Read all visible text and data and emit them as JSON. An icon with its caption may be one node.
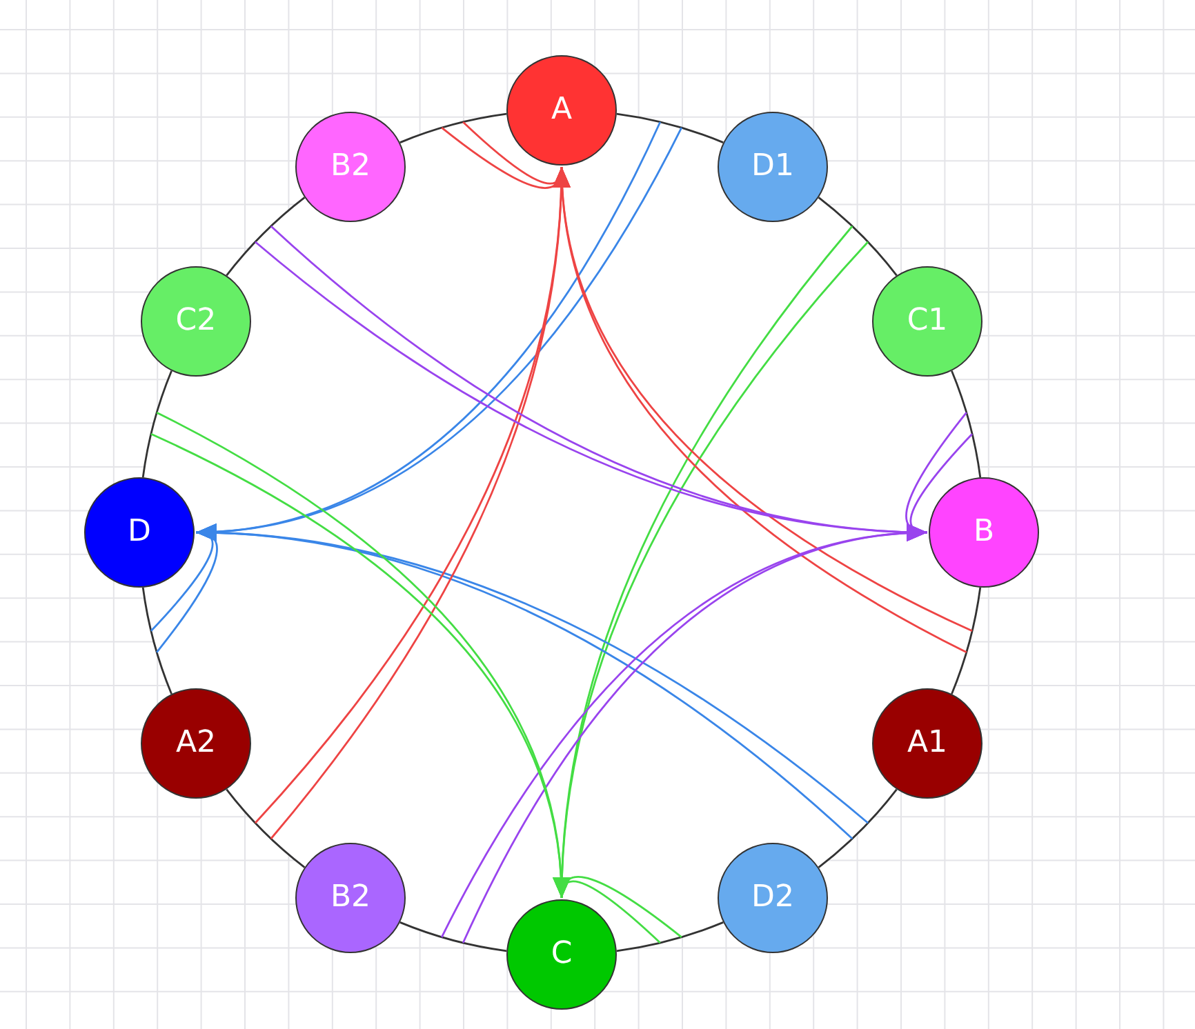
{
  "diagram": {
    "nodes": [
      {
        "text": [
          "A"
        ]
      },
      {
        "text": [
          "D1"
        ]
      },
      {
        "text": [
          "C1"
        ]
      },
      {
        "text": [
          "B"
        ]
      },
      {
        "text": [
          "A1"
        ]
      },
      {
        "text": [
          "D2"
        ]
      },
      {
        "text": [
          "C"
        ]
      },
      {
        "text": [
          "B2"
        ]
      },
      {
        "text": [
          "A2"
        ]
      },
      {
        "text": [
          "D"
        ]
      },
      {
        "text": [
          "C2"
        ]
      },
      {
        "text": [
          "B2"
        ]
      }
    ],
    "edges": [
      {
        "from": 0,
        "to": 1,
        "arrow": "none"
      },
      {
        "from": 1,
        "to": 2,
        "arrow": "none"
      },
      {
        "from": 2,
        "to": 3,
        "arrow": "none"
      },
      {
        "from": 3,
        "to": 4,
        "arrow": "none"
      },
      {
        "from": 4,
        "to": 5,
        "arrow": "none"
      },
      {
        "from": 5,
        "to": 6,
        "arrow": "none"
      },
      {
        "from": 6,
        "to": 7,
        "arrow": "none"
      },
      {
        "from": 7,
        "to": 8,
        "arrow": "none"
      },
      {
        "from": 8,
        "to": 9,
        "arrow": "none"
      },
      {
        "from": 9,
        "to": 10,
        "arrow": "none"
      },
      {
        "from": 10,
        "to": 11,
        "arrow": "none"
      },
      {
        "from": 11,
        "to": 0,
        "arrow": "none"
      },
      {
        "from": null,
        "to": 0,
        "arrow": "to",
        "color": "#ee4444"
      },
      {
        "from": null,
        "to": 0,
        "arrow": "to",
        "color": "#ee4444"
      },
      {
        "from": null,
        "to": 9,
        "arrow": "to",
        "color": "#3a86e8"
      },
      {
        "from": null,
        "to": 9,
        "arrow": "to",
        "color": "#3a86e8"
      },
      {
        "from": null,
        "to": 6,
        "arrow": "to",
        "color": "#44dd44"
      },
      {
        "from": null,
        "to": 6,
        "arrow": "to",
        "color": "#44dd44"
      },
      {
        "from": null,
        "to": 3,
        "arrow": "to",
        "color": "#9944ee"
      },
      {
        "from": null,
        "to": 3,
        "arrow": "to",
        "color": "#9944ee"
      },
      {
        "from": null,
        "to": 0,
        "arrow": "to",
        "color": "#ee4444"
      },
      {
        "from": null,
        "to": 0,
        "arrow": "to",
        "color": "#ee4444"
      },
      {
        "from": null,
        "to": 9,
        "arrow": "to",
        "color": "#3a86e8"
      },
      {
        "from": null,
        "to": 9,
        "arrow": "to",
        "color": "#3a86e8"
      },
      {
        "from": null,
        "to": 6,
        "arrow": "to",
        "color": "#44dd44"
      },
      {
        "from": null,
        "to": 6,
        "arrow": "to",
        "color": "#44dd44"
      },
      {
        "from": null,
        "to": 3,
        "arrow": "to",
        "color": "#9944ee"
      },
      {
        "from": null,
        "to": 3,
        "arrow": "to",
        "color": "#9944ee"
      },
      {
        "from": null,
        "to": 0,
        "arrow": "to",
        "color": "#ee4444"
      },
      {
        "from": null,
        "to": 0,
        "arrow": "to",
        "color": "#ee4444"
      },
      {
        "from": null,
        "to": 9,
        "arrow": "to",
        "color": "#3a86e8"
      },
      {
        "from": null,
        "to": 9,
        "arrow": "to",
        "color": "#3a86e8"
      },
      {
        "from": null,
        "to": 6,
        "arrow": "to",
        "color": "#44dd44"
      },
      {
        "from": null,
        "to": 6,
        "arrow": "to",
        "color": "#44dd44"
      },
      {
        "from": null,
        "to": 3,
        "arrow": "to",
        "color": "#9944ee"
      },
      {
        "from": null,
        "to": 3,
        "arrow": "to",
        "color": "#9944ee"
      }
    ]
  }
}
